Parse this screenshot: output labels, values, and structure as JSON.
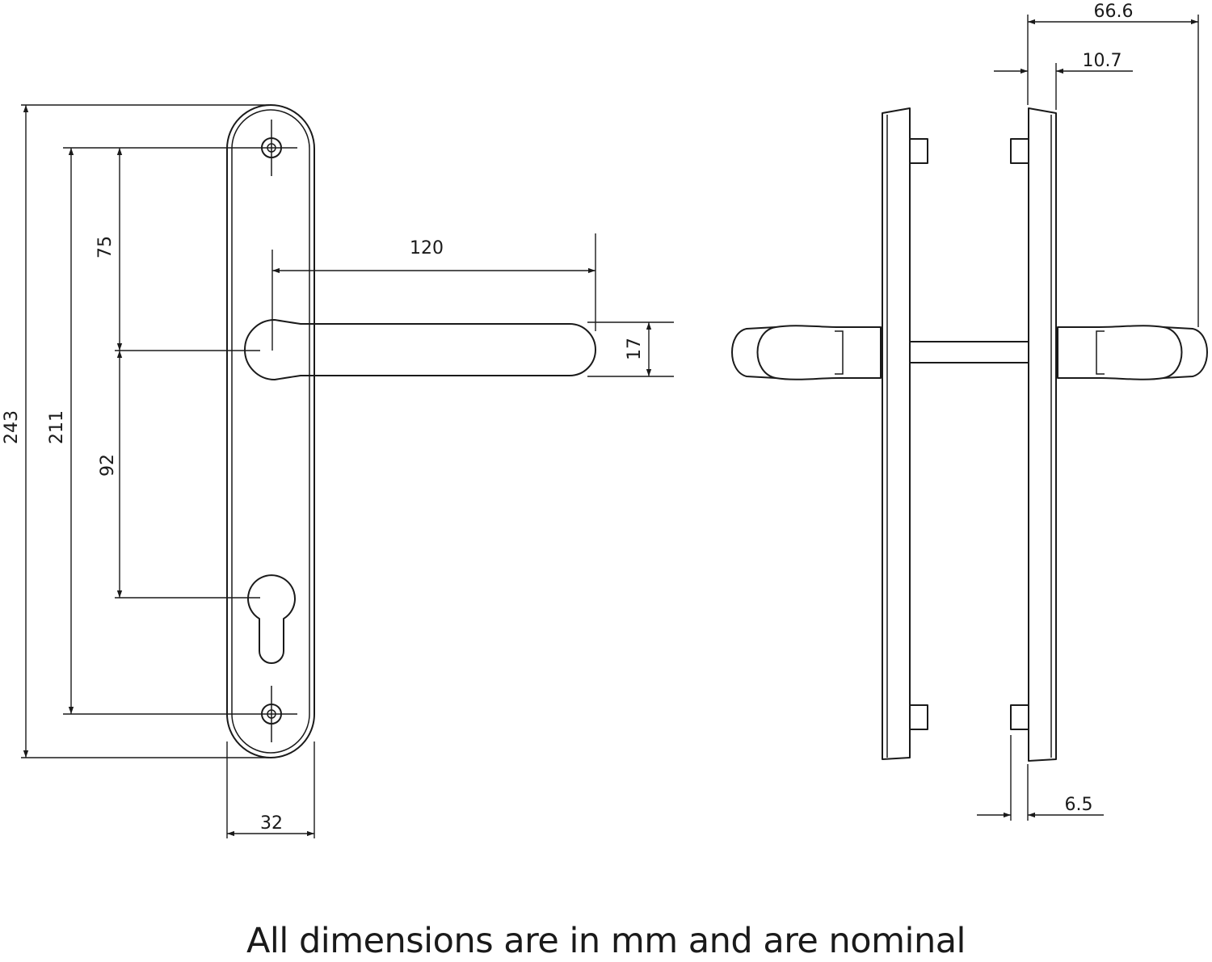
{
  "front_view": {
    "dim_overall_height": "243",
    "dim_fixing_centres": "211",
    "dim_fixing_to_lever": "75",
    "dim_lever_to_cylinder": "92",
    "dim_lever_length": "120",
    "dim_lever_thickness": "17",
    "dim_plate_width": "32"
  },
  "side_view": {
    "dim_overall_depth": "66.6",
    "dim_plate_depth": "10.7",
    "dim_boss_depth": "6.5"
  },
  "footnote": "All dimensions are in mm and are nominal"
}
